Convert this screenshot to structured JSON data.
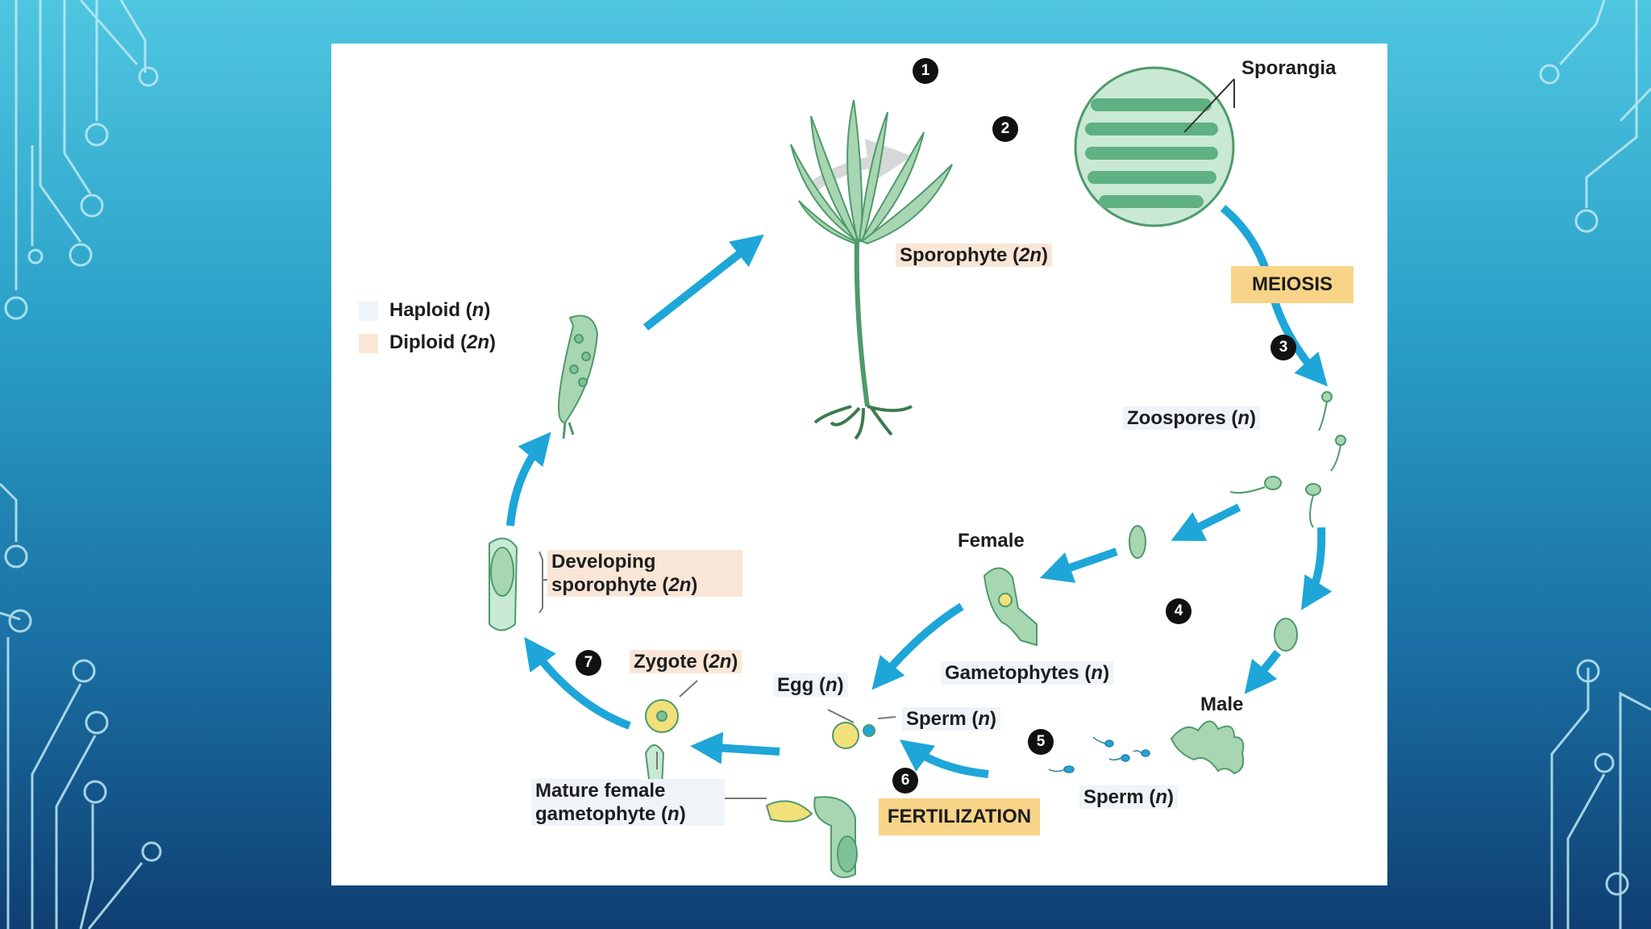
{
  "legend": {
    "haploid": {
      "text": "Haploid",
      "ploidy": "n",
      "color": "#eef4f8"
    },
    "diploid": {
      "text": "Diploid",
      "ploidy": "2n",
      "color": "#fae6d6"
    }
  },
  "labels": {
    "sporangia": "Sporangia",
    "sporophyte": {
      "text": "Sporophyte",
      "ploidy": "2n"
    },
    "meiosis": "MEIOSIS",
    "zoospores": {
      "text": "Zoospores",
      "ploidy": "n"
    },
    "female": "Female",
    "male": "Male",
    "gametophytes": {
      "text": "Gametophytes",
      "ploidy": "n"
    },
    "egg": {
      "text": "Egg",
      "ploidy": "n"
    },
    "sperm_at_egg": {
      "text": "Sperm",
      "ploidy": "n"
    },
    "sperm_lower": {
      "text": "Sperm",
      "ploidy": "n"
    },
    "fertilization": "FERTILIZATION",
    "zygote": {
      "text": "Zygote",
      "ploidy": "2n"
    },
    "mature_female": {
      "line1": "Mature female",
      "line2": "gametophyte",
      "ploidy": "n"
    },
    "developing": {
      "line1": "Developing",
      "line2": "sporophyte",
      "ploidy": "2n"
    }
  },
  "steps": [
    "1",
    "2",
    "3",
    "4",
    "5",
    "6",
    "7"
  ],
  "colors": {
    "cycle_arrow": "#1ea6d8",
    "plant_fill": "#a8d6b2",
    "plant_stroke": "#4e9a6a",
    "gamete_yellow": "#f2e07a",
    "label_box_yellow": "#f8d488"
  }
}
